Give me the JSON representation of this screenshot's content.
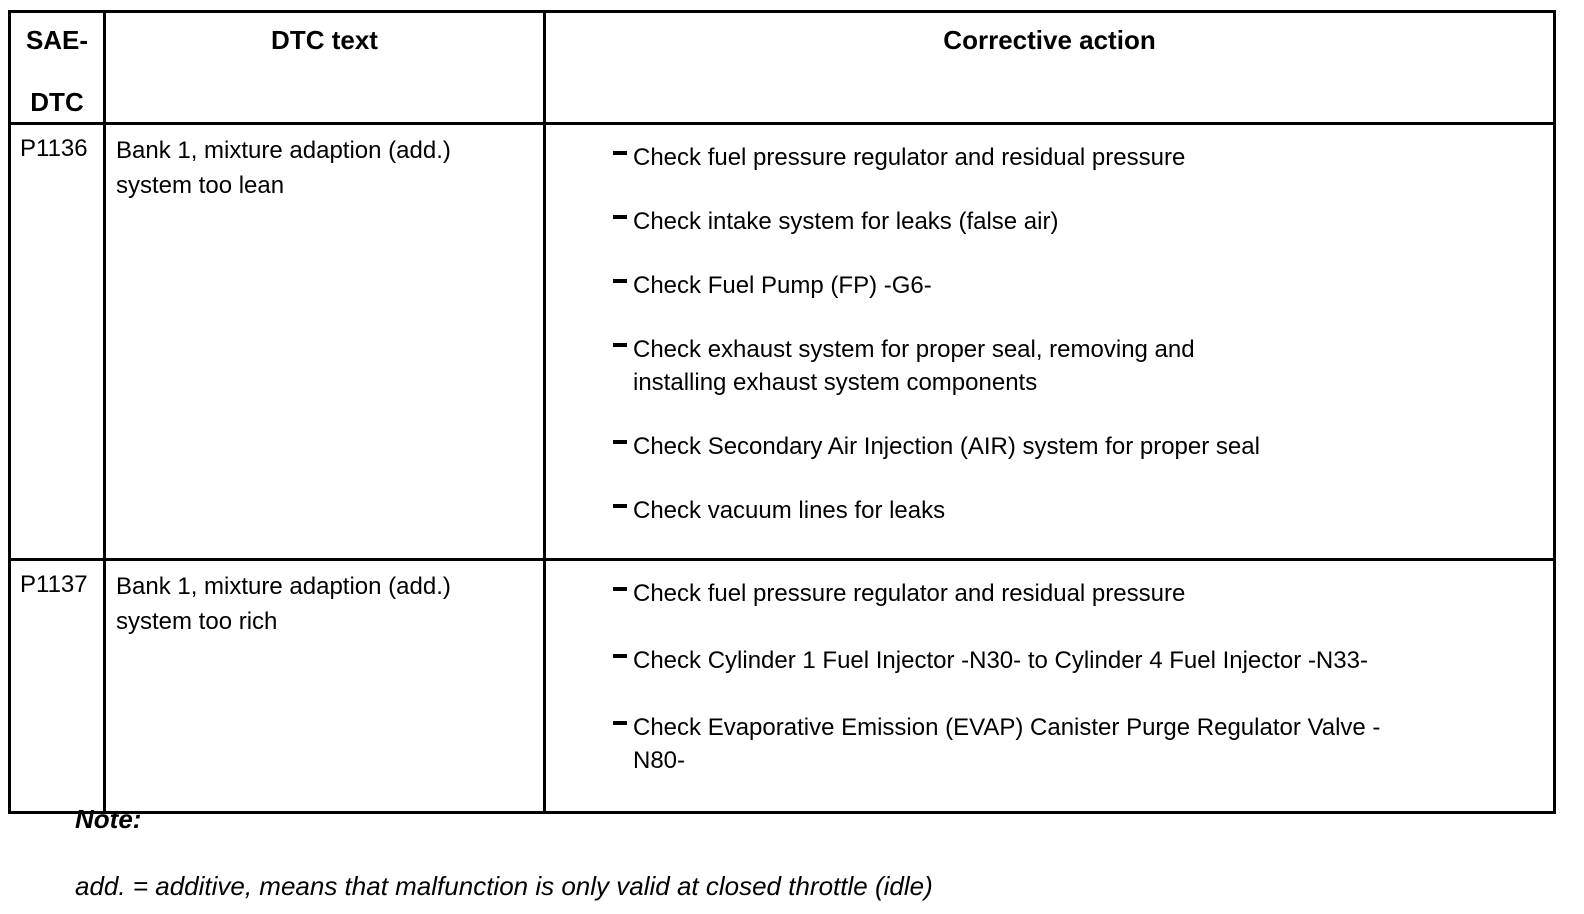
{
  "colors": {
    "text": "#000000",
    "background": "#ffffff",
    "border": "#000000"
  },
  "table": {
    "headers": {
      "sae_line1": "SAE-",
      "sae_line2": "DTC",
      "dtc_text": "DTC text",
      "corrective": "Corrective action"
    },
    "rows": [
      {
        "code": "P1136",
        "dtc_text": "Bank 1, mixture adaption (add.)\nsystem too lean",
        "actions": [
          "Check fuel pressure regulator and residual pressure",
          "Check intake system for leaks (false air)",
          "Check Fuel Pump (FP) -G6-",
          "Check exhaust system for proper seal, removing and\ninstalling exhaust system components",
          "Check Secondary Air Injection (AIR) system for proper seal",
          "Check vacuum lines for leaks"
        ]
      },
      {
        "code": "P1137",
        "dtc_text": "Bank 1, mixture adaption (add.)\nsystem too rich",
        "actions": [
          "Check fuel pressure regulator and residual pressure",
          "Check Cylinder 1 Fuel Injector -N30- to Cylinder 4 Fuel Injector -N33-",
          "Check Evaporative Emission (EVAP) Canister Purge Regulator Valve -\nN80-"
        ]
      }
    ]
  },
  "note": {
    "title": "Note:",
    "body": "add. = additive, means that malfunction is only valid at closed throttle (idle)"
  }
}
